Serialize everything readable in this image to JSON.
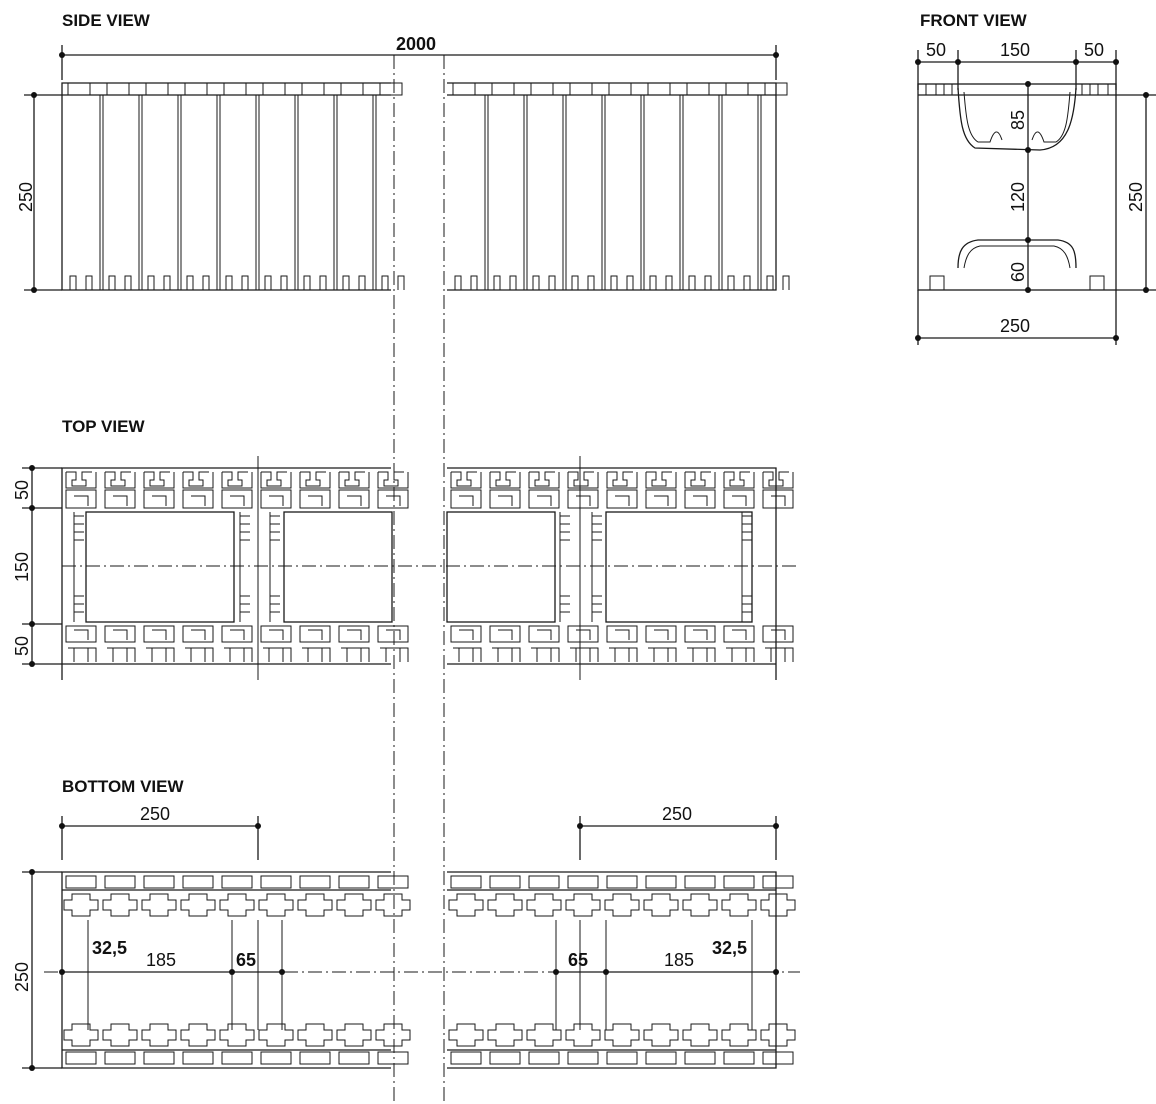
{
  "views": {
    "side": "SIDE VIEW",
    "top": "TOP VIEW",
    "bottom": "BOTTOM VIEW",
    "front": "FRONT VIEW"
  },
  "dimensions": {
    "total_length": "2000",
    "side_height": "250",
    "front_top_left": "50",
    "front_top_mid": "150",
    "front_top_right": "50",
    "front_h1": "85",
    "front_h2": "120",
    "front_h3": "60",
    "front_height": "250",
    "front_width": "250",
    "top_w1": "50",
    "top_w2": "150",
    "top_w3": "50",
    "bottom_left_span": "250",
    "bottom_right_span": "250",
    "bottom_height": "250",
    "bl_a": "32,5",
    "bl_b": "185",
    "bl_c": "65",
    "br_c": "65",
    "br_b": "185",
    "br_a": "32,5"
  }
}
